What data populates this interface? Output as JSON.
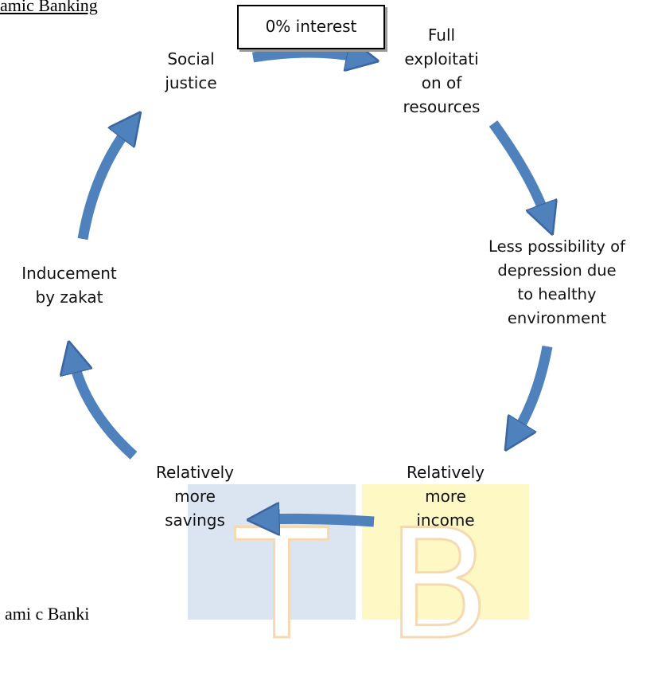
{
  "heading_fragment": "amic Banking",
  "footer_fragment": "ami c Banki",
  "label_box": "0% interest",
  "nodes": {
    "social_justice": "Social\njustice",
    "full_exploitation": "Full\nexploitati\non of\nresources",
    "less_depression": "Less possibility of\ndepression due\nto healthy\nenvironment",
    "more_income": "Relatively\nmore\nincome",
    "more_savings": "Relatively\nmore\nsavings",
    "inducement_zakat": "Inducement\nby zakat"
  },
  "watermark": {
    "left_letter": "T",
    "right_letter": "B",
    "left_color": "#dbe4f1",
    "right_color": "#fef8c4"
  },
  "colors": {
    "arrow": "#4f81bd",
    "arrow_edge": "#3b66a0"
  }
}
